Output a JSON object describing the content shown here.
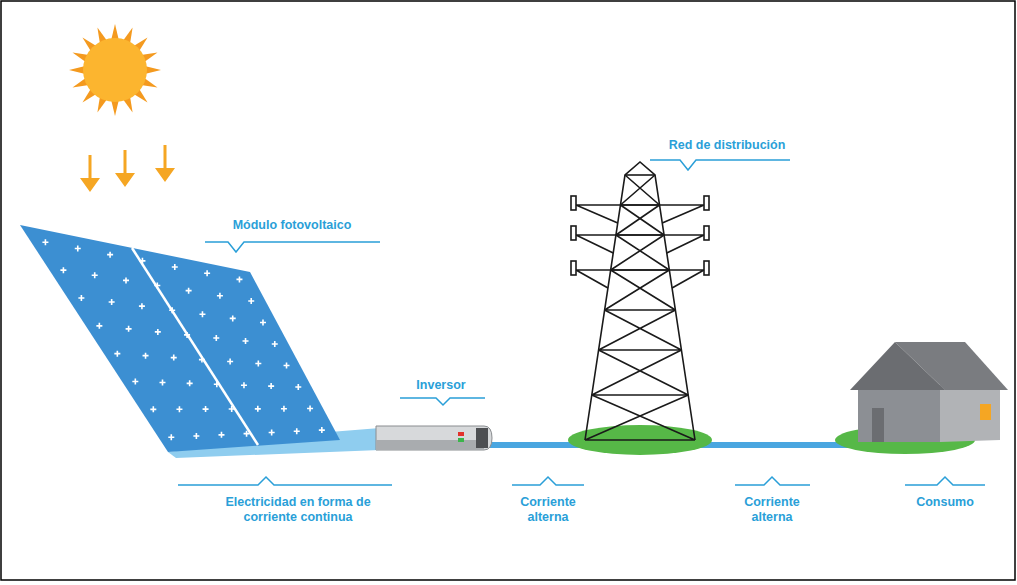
{
  "diagram": {
    "labels": [
      "Red de distribución",
      "Módulo fotovoltaico",
      "Inversor",
      "Electricidad en forma de corriente continua",
      "Corriente alterna",
      "Corriente alterna",
      "Consumo"
    ]
  }
}
